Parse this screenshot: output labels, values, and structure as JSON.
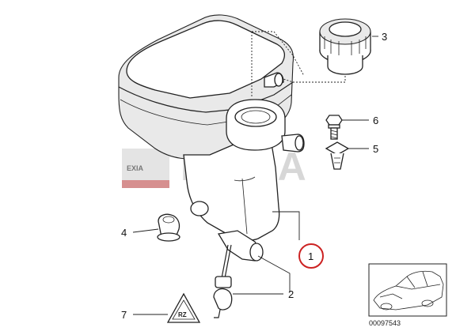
{
  "watermark": {
    "brand": "EXIA",
    "badge": "EXIA"
  },
  "callouts": [
    {
      "id": "1",
      "label": "1",
      "circled": true,
      "circle_color": "#cc2222"
    },
    {
      "id": "2",
      "label": "2"
    },
    {
      "id": "3",
      "label": "3"
    },
    {
      "id": "4",
      "label": "4"
    },
    {
      "id": "5",
      "label": "5"
    },
    {
      "id": "6",
      "label": "6"
    },
    {
      "id": "7",
      "label": "7"
    }
  ],
  "warning_symbol": {
    "text": "RZ"
  },
  "reference_number": "00097543"
}
